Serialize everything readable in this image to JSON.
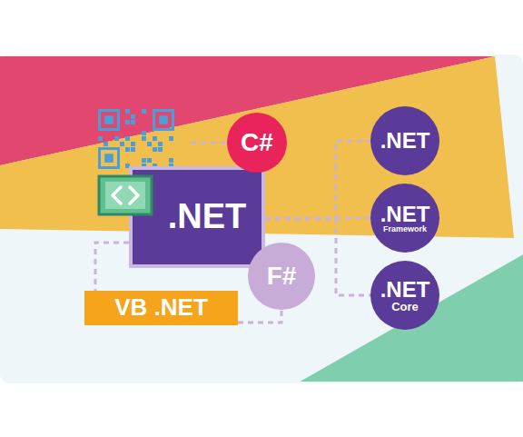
{
  "diagram": {
    "nodes": [
      {
        "text": [
          ".NET"
        ]
      },
      {
        "text": [
          "C#"
        ]
      },
      {
        "text": [
          "F#"
        ]
      },
      {
        "text": [
          "VB .NET"
        ]
      },
      {
        "text": [
          ".NET"
        ]
      },
      {
        "text": [
          ".NET",
          "Framework"
        ]
      },
      {
        "text": [
          ".NET",
          "Core"
        ]
      }
    ],
    "edges": [
      {
        "from": 0,
        "to": 4,
        "arrow": "none"
      },
      {
        "from": 0,
        "to": 5,
        "arrow": "none"
      },
      {
        "from": 0,
        "to": 6,
        "arrow": "none"
      },
      {
        "from": 0,
        "to": 3,
        "arrow": "none"
      },
      {
        "from": 3,
        "to": 2,
        "arrow": "none"
      }
    ]
  }
}
